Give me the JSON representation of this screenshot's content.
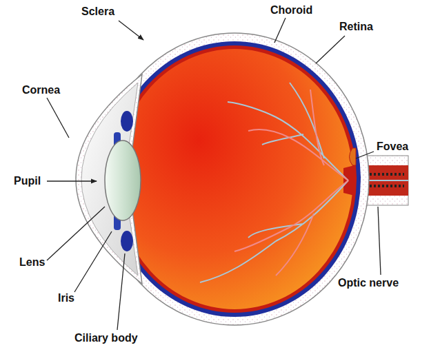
{
  "diagram": {
    "labels": [
      "Sclera",
      "Choroid",
      "Retina",
      "Cornea",
      "Fovea",
      "Pupil",
      "Lens",
      "Iris",
      "Ciliary body",
      "Optic nerve"
    ]
  }
}
